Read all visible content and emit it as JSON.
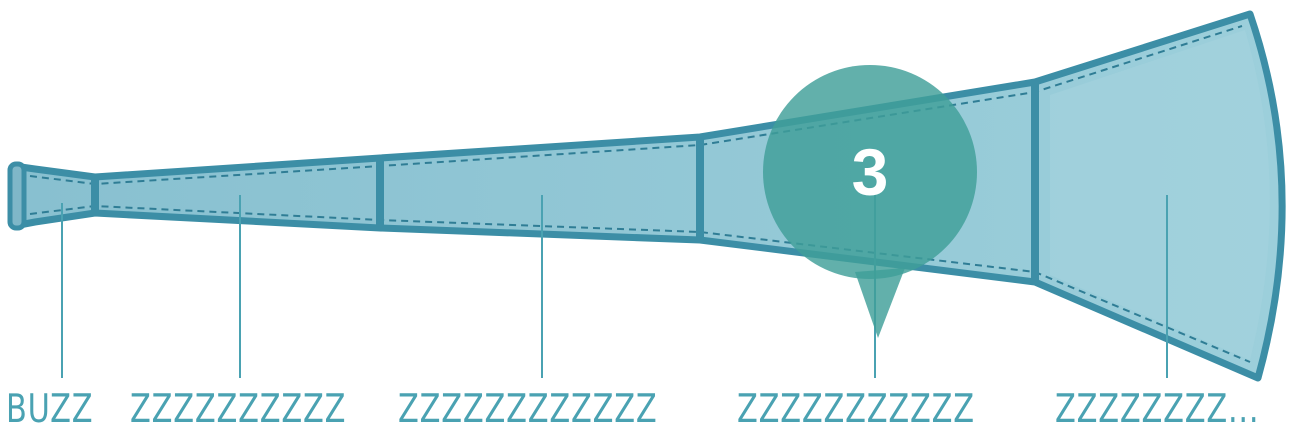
{
  "labels": [
    "BUZZ",
    "ZZZZZZZZZZ",
    "ZZZZZZZZZZZZ",
    "ZZZZZZZZZZZ",
    "ZZZZZZZZ..."
  ],
  "badge": {
    "number": "3",
    "color": "#3f9f98"
  },
  "colors": {
    "horn_fill": "#8cc3d2",
    "horn_outline": "#3c8ea6",
    "label_text": "#4aa2b2"
  }
}
